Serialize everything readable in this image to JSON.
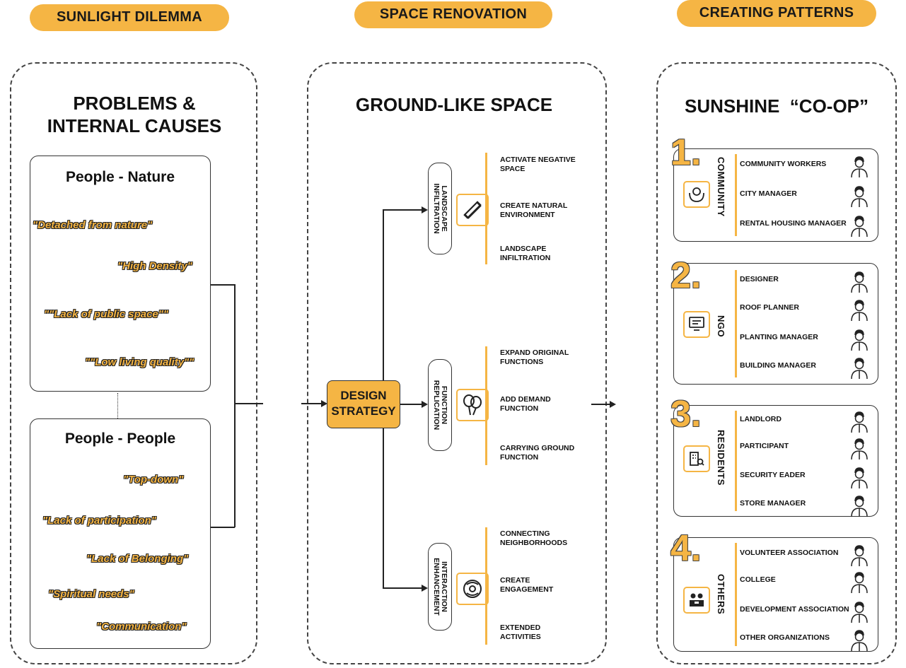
{
  "headers": {
    "left": "SUNLIGHT DILEMMA",
    "middle": "SPACE RENOVATION",
    "right": "CREATING PATTERNS"
  },
  "left_panel": {
    "title_line1": "PROBLEMS &",
    "title_line2": "INTERNAL CAUSES",
    "nature": {
      "title": "People - Nature",
      "quotes": [
        "\"Detached from nature\"",
        "\"High Density\"",
        "\"\"Lack of public space\"\"",
        "\"\"Low living quality\"\""
      ]
    },
    "people": {
      "title": "People - People",
      "quotes": [
        "\"Top-down\"",
        "\"Lack of participation\"",
        "\"Lack of Belonging\"",
        "\"Spiritual needs\"",
        "\"Communication\""
      ]
    }
  },
  "middle_panel": {
    "title": "GROUND-LIKE SPACE",
    "center_line1": "DESIGN",
    "center_line2": "STRATEGY",
    "branches": [
      {
        "label_line1": "LANDSCAPE",
        "label_line2": "INFILTRATION",
        "icon": "pencil-ruler-icon",
        "items": [
          [
            "ACTIVATE NEGATIVE",
            "SPACE"
          ],
          [
            "CREATE NATURAL",
            "ENVIRONMENT"
          ],
          [
            "LANDSCAPE",
            "INFILTRATION"
          ]
        ]
      },
      {
        "label_line1": "FUNCTION",
        "label_line2": "REPLICATION",
        "icon": "balloons-icon",
        "items": [
          [
            "EXPAND ORIGINAL",
            "FUNCTIONS"
          ],
          [
            "ADD DEMAND",
            "FUNCTION"
          ],
          [
            "CARRYING GROUND",
            "FUNCTION"
          ]
        ]
      },
      {
        "label_line1": "INTERACTION",
        "label_line2": "ENHANCEMENT",
        "icon": "interaction-icon",
        "items": [
          [
            "CONNECTING",
            "NEIGHBORHOODS"
          ],
          [
            "CREATE",
            "ENGAGEMENT"
          ],
          [
            "EXTENDED",
            "ACTIVITIES"
          ]
        ]
      }
    ]
  },
  "right_panel": {
    "title": "SUNSHINE  “CO-OP”",
    "groups": [
      {
        "num": "1.",
        "label": "COMMUNITY",
        "icon": "hands-person-icon",
        "roles": [
          "COMMUNITY WORKERS",
          "CITY MANAGER",
          "RENTAL HOUSING MANAGER"
        ]
      },
      {
        "num": "2.",
        "label": "NGO",
        "icon": "presentation-icon",
        "roles": [
          "DESIGNER",
          "ROOF PLANNER",
          "PLANTING MANAGER",
          "BUILDING MANAGER"
        ]
      },
      {
        "num": "3.",
        "label": "RESIDENTS",
        "icon": "building-search-icon",
        "roles": [
          "LANDLORD",
          "PARTICIPANT",
          "SECURITY EADER",
          "STORE MANAGER"
        ]
      },
      {
        "num": "4.",
        "label": "OTHERS",
        "icon": "people-group-icon",
        "roles": [
          "VOLUNTEER ASSOCIATION",
          "COLLEGE",
          "DEVELOPMENT ASSOCIATION",
          "OTHER ORGANIZATIONS"
        ]
      }
    ]
  },
  "colors": {
    "accent": "#f5b544",
    "ink": "#222222"
  }
}
